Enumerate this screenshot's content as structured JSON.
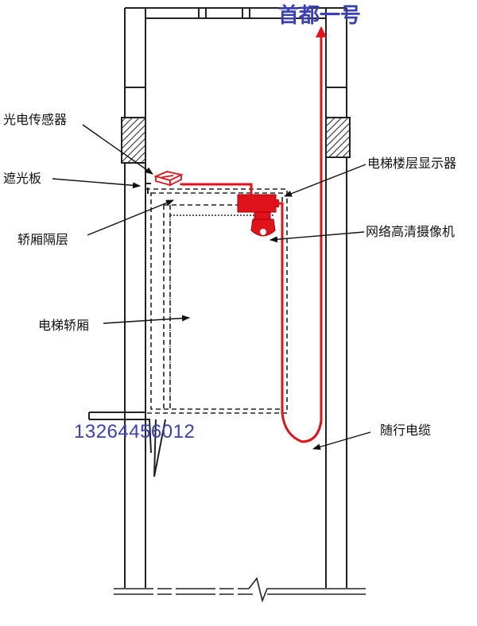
{
  "brand": {
    "text": "首都一号",
    "color": "#3b3fb5"
  },
  "phone": {
    "text": "13264456012",
    "color": "#3b3fb5"
  },
  "labels": {
    "photo_sensor": "光电传感器",
    "shading_plate": "遮光板",
    "car_partition": "轿厢隔层",
    "elevator_car": "电梯轿厢",
    "floor_display": "电梯楼层显示器",
    "hd_camera": "网络高清摄像机",
    "traveling_cable": "随行电缆"
  },
  "colors": {
    "cable": "#e0121b",
    "line": "#222222"
  }
}
